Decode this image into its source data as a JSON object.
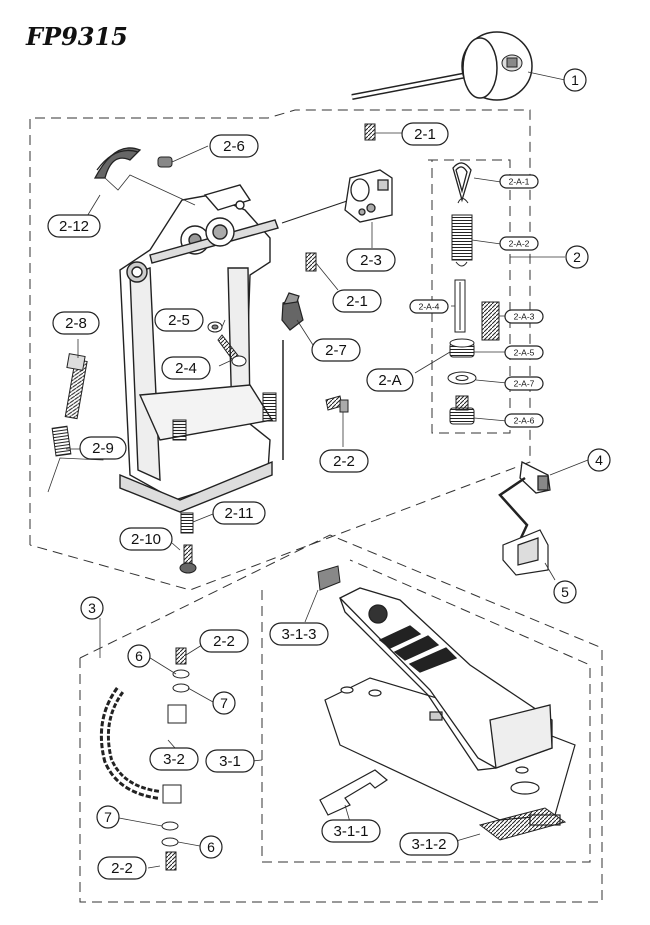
{
  "title": "FP9315",
  "labels": {
    "p1": "1",
    "p2": "2",
    "p3": "3",
    "p4": "4",
    "p5": "5",
    "p6a": "6",
    "p6b": "6",
    "p7a": "7",
    "p7b": "7",
    "p2_1a": "2-1",
    "p2_1b": "2-1",
    "p2_2a": "2-2",
    "p2_2b": "2-2",
    "p2_2c": "2-2",
    "p2_3": "2-3",
    "p2_4": "2-4",
    "p2_5": "2-5",
    "p2_6": "2-6",
    "p2_7": "2-7",
    "p2_8": "2-8",
    "p2_9": "2-9",
    "p2_10": "2-10",
    "p2_11": "2-11",
    "p2_12": "2-12",
    "p2_A": "2-A",
    "p2_A_1": "2-A-1",
    "p2_A_2": "2-A-2",
    "p2_A_3": "2-A-3",
    "p2_A_4": "2-A-4",
    "p2_A_5": "2-A-5",
    "p2_A_6": "2-A-6",
    "p2_A_7": "2-A-7",
    "p3_1": "3-1",
    "p3_2": "3-2",
    "p3_1_1": "3-1-1",
    "p3_1_2": "3-1-2",
    "p3_1_3": "3-1-3"
  }
}
